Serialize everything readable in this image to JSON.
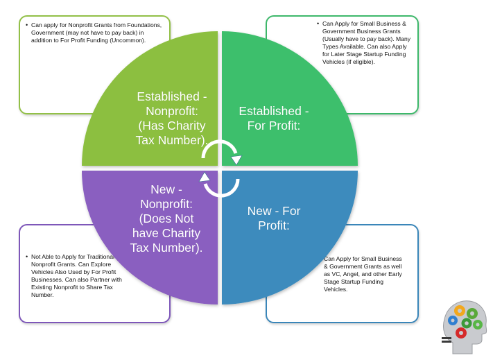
{
  "quadrants": {
    "established_nonprofit": {
      "label_lines": [
        "Established -",
        "Nonprofit:",
        "(Has Charity",
        "Tax Number)."
      ],
      "color": "#8cbf3f"
    },
    "established_for_profit": {
      "label_lines": [
        "Established -",
        "For Profit:"
      ],
      "color": "#3cbf6c"
    },
    "new_nonprofit": {
      "label_lines": [
        "New -",
        "Nonprofit:",
        "(Does Not",
        "have Charity",
        "Tax Number)."
      ],
      "color": "#8a5ec0"
    },
    "new_for_profit": {
      "label_lines": [
        "New - For",
        "Profit:"
      ],
      "color": "#3c8bbd"
    }
  },
  "callouts": {
    "established_nonprofit": "Can apply for Nonprofit Grants from Foundations, Government (may not have to pay back) in addition to For Profit Funding (Uncommon).",
    "established_for_profit": "Can Apply for Small Business & Government Business Grants (Usually have to pay back). Many Types Available. Can also Apply for Later Stage Startup Funding Vehicles (if eligible).",
    "new_nonprofit": "Not Able to Apply for Traditional Nonprofit Grants. Can Explore Vehicles Also Used by For Profit Businesses. Can also Partner with Existing Nonprofit to Share Tax Number.",
    "new_for_profit": "Can Apply for Small Business & Government Grants as well as VC, Angel, and other Early Stage Startup Funding Vehicles."
  },
  "colors": {
    "callout_borders": [
      "#92c047",
      "#3db86a",
      "#7e57b9",
      "#3a86b9"
    ]
  },
  "icons": {
    "center": "cycle-arrows-icon",
    "corner": "head-gears-logo"
  }
}
